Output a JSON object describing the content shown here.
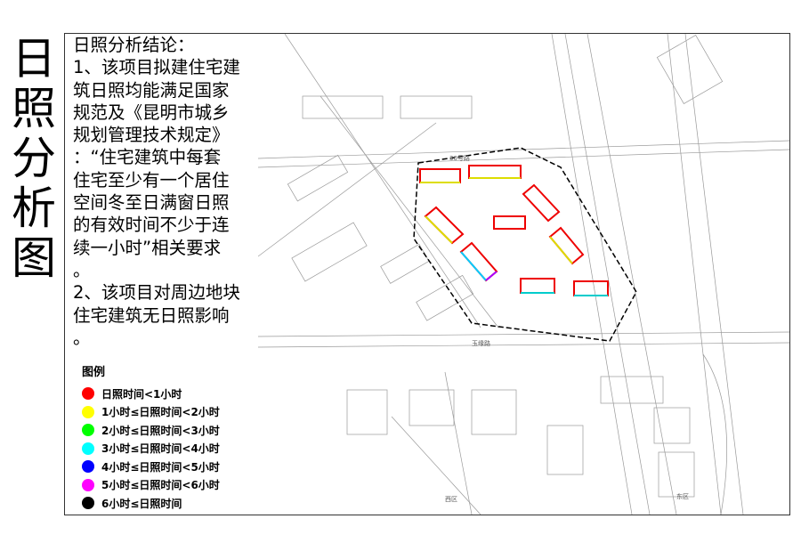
{
  "title_chars": [
    "日",
    "照",
    "分",
    "析",
    "图"
  ],
  "conclusion": {
    "lines": [
      "日照分析结论：",
      "1、该项目拟建住宅建",
      "筑日照均能满足国家",
      "规范及《昆明市城乡",
      "规划管理技术规定》",
      "：“住宅建筑中每套",
      "住宅至少有一个居住",
      "空间冬至日满窗日照",
      "的有效时间不少于连",
      "续一小时”相关要求",
      "。",
      "2、该项目对周边地块",
      "住宅建筑无日照影响",
      "。"
    ]
  },
  "legend": {
    "title": "图例",
    "items": [
      {
        "label": "日照时间<1小时",
        "color": "#ff0000"
      },
      {
        "label": "1小时≤日照时间<2小时",
        "color": "#ffff00"
      },
      {
        "label": "2小时≤日照时间<3小时",
        "color": "#00ff00"
      },
      {
        "label": "3小时≤日照时间<4小时",
        "color": "#00ffff"
      },
      {
        "label": "4小时≤日照时间<5小时",
        "color": "#0000ff"
      },
      {
        "label": "5小时≤日照时间<6小时",
        "color": "#ff00ff"
      },
      {
        "label": "6小时≤日照时间",
        "color": "#000000"
      }
    ]
  },
  "map": {
    "labels": {
      "west": "西区",
      "east": "东区",
      "road_north": "30号路",
      "road_south": "玉缘路"
    }
  }
}
